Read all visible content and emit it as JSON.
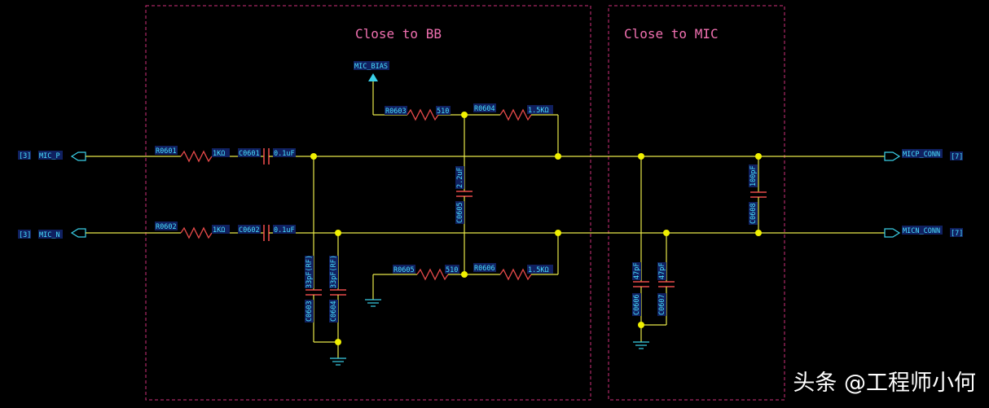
{
  "regions": [
    {
      "title": "Close to BB"
    },
    {
      "title": "Close to MIC"
    }
  ],
  "nets": {
    "mic_bias": "MIC_BIAS",
    "mic_p": "MIC_P",
    "mic_n": "MIC_N",
    "micp_conn": "MICP_CONN",
    "micn_conn": "MICN_CONN",
    "ref_left_p": "[3]",
    "ref_left_n": "[3]",
    "ref_right_p": "[7]",
    "ref_right_n": "[7]"
  },
  "components": {
    "R0601": {
      "ref": "R0601",
      "value": "1KΩ"
    },
    "R0602": {
      "ref": "R0602",
      "value": "1KΩ"
    },
    "R0603": {
      "ref": "R0603",
      "value": "510"
    },
    "R0604": {
      "ref": "R0604",
      "value": "1.5KΩ"
    },
    "R0605": {
      "ref": "R0605",
      "value": "510"
    },
    "R0606": {
      "ref": "R0606",
      "value": "1.5KΩ"
    },
    "C0601": {
      "ref": "C0601",
      "value": "0.1uF"
    },
    "C0602": {
      "ref": "C0602",
      "value": "0.1uF"
    },
    "C0603": {
      "ref": "C0603",
      "value": "33pF(RF)"
    },
    "C0604": {
      "ref": "C0604",
      "value": "33pF(RF)"
    },
    "C0605": {
      "ref": "C0605",
      "value": "2.2uF"
    },
    "C0606": {
      "ref": "C0606",
      "value": "47pF"
    },
    "C0607": {
      "ref": "C0607",
      "value": "47pF"
    },
    "C0608": {
      "ref": "C0608",
      "value": "100pF"
    }
  },
  "watermark": "头条 @工程师小何",
  "colors": {
    "wire": "#e8e84a",
    "component": "#e84a4a",
    "label": "#49e0ff",
    "region_border": "#d0307a",
    "background": "#000000"
  }
}
